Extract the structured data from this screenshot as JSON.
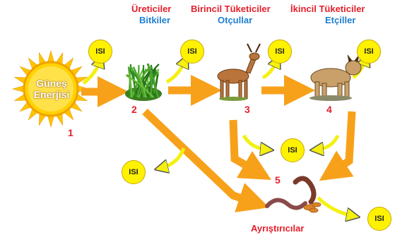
{
  "title_levels": {
    "producers": {
      "tr": "Üreticiler",
      "group": "Bitkiler"
    },
    "primary": {
      "tr": "Birincil Tüketiciler",
      "group": "Otçullar"
    },
    "secondary": {
      "tr": "İkincil Tüketiciler",
      "group": "Etçiller"
    }
  },
  "sun": {
    "line1": "Güneş",
    "line2": "Enerjisi"
  },
  "numbers": {
    "n1": "1",
    "n2": "2",
    "n3": "3",
    "n4": "4",
    "n5": "5"
  },
  "heat_label": "ISI",
  "decomposers": "Ayrıştırıcılar",
  "colors": {
    "arrow": "#f7a11a",
    "heat_arrow": "#f4f010",
    "sun": "#ffd000",
    "red_text": "#e41e2a",
    "blue_text": "#1f7fd0"
  }
}
